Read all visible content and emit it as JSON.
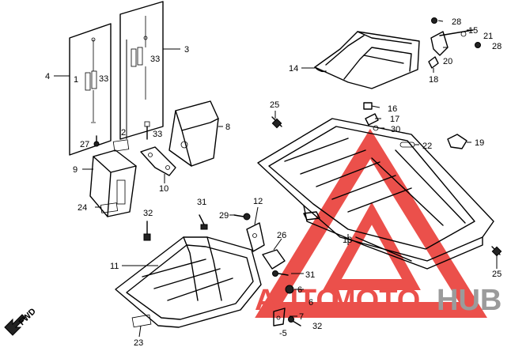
{
  "callouts": {
    "c28a": "28",
    "c15": "15",
    "c21": "21",
    "c28b": "28",
    "c20": "20",
    "c18": "18",
    "c14": "14",
    "c4": "4",
    "c1": "1",
    "c33a": "33",
    "c33b": "33",
    "c3": "3",
    "c25a": "25",
    "c16": "16",
    "c17": "17",
    "c30": "30",
    "c2": "2",
    "c33c": "33",
    "c8": "8",
    "c22": "22",
    "c19": "19",
    "c27": "27",
    "c9": "9",
    "c10": "10",
    "c24": "24",
    "c31a": "31",
    "c12": "12",
    "c32a": "32",
    "c29": "29",
    "c26": "26",
    "c13": "13",
    "c11": "11",
    "c31b": "31",
    "c6": "6",
    "c6b": "6",
    "c7": "7",
    "c5": "-5",
    "c32b": "32",
    "c25b": "25",
    "c23": "23"
  },
  "fwd_label": "FWD",
  "watermark": {
    "part1": "AUTO",
    "part2": "MOTO",
    "part3": "HUB",
    "color_red": "#e8322c",
    "color_gray": "#8a8a8a"
  }
}
